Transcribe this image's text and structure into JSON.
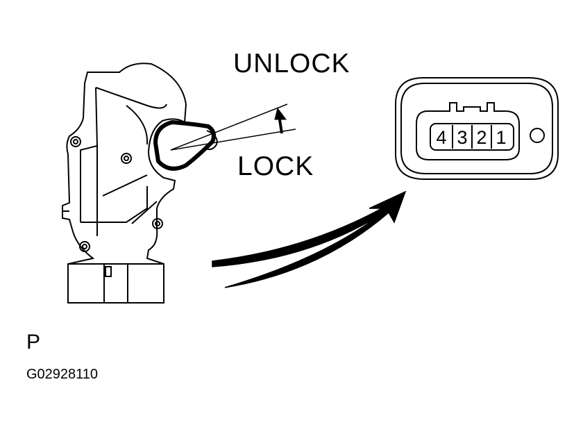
{
  "labels": {
    "unlock": "UNLOCK",
    "lock": "LOCK",
    "view": "P",
    "figure_code": "G02928110"
  },
  "connector": {
    "pins": [
      "4",
      "3",
      "2",
      "1"
    ]
  },
  "colors": {
    "ink": "#000000",
    "paper": "#ffffff"
  }
}
